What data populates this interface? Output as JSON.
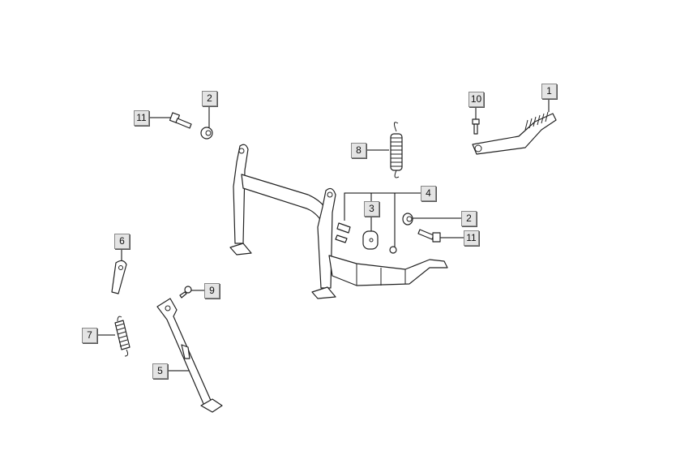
{
  "diagram": {
    "callouts": [
      {
        "id": "c1",
        "label": "1"
      },
      {
        "id": "c10",
        "label": "10"
      },
      {
        "id": "c2a",
        "label": "2"
      },
      {
        "id": "c11a",
        "label": "11"
      },
      {
        "id": "c8",
        "label": "8"
      },
      {
        "id": "c4",
        "label": "4"
      },
      {
        "id": "c3",
        "label": "3"
      },
      {
        "id": "c2b",
        "label": "2"
      },
      {
        "id": "c11b",
        "label": "11"
      },
      {
        "id": "c6",
        "label": "6"
      },
      {
        "id": "c9",
        "label": "9"
      },
      {
        "id": "c7",
        "label": "7"
      },
      {
        "id": "c5",
        "label": "5"
      }
    ]
  }
}
